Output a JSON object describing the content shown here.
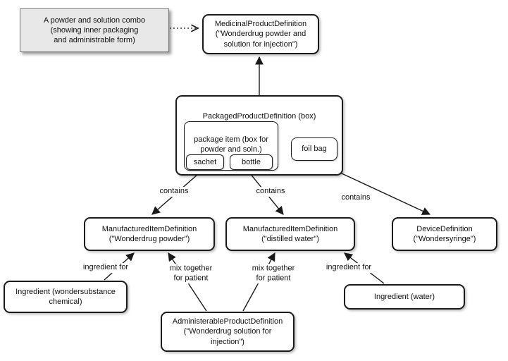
{
  "note": {
    "text": "A powder and solution combo\n(showing inner packaging\nand administrable form)"
  },
  "nodes": {
    "medicinal_product_definition": "MedicinalProductDefinition\n(\"Wonderdrug powder and\nsolution for injection\")",
    "packaged_product_definition": "PackagedProductDefinition (box)",
    "package_item": "package item (box for\npowder and soln.)",
    "sachet": "sachet",
    "bottle": "bottle",
    "foil_bag": "foil bag",
    "manufactured_item_powder": "ManufacturedItemDefinition\n(\"Wonderdrug powder\")",
    "manufactured_item_water": "ManufacturedItemDefinition\n(\"distilled water\")",
    "device_definition": "DeviceDefinition\n(\"Wondersyringe\")",
    "ingredient_chemical": "Ingredient (wondersubstance\nchemical)",
    "ingredient_water": "Ingredient (water)",
    "administrable_product_definition": "AdministerableProductDefinition\n(\"Wonderdrug solution for\ninjection\")"
  },
  "edges": {
    "contains_powder": "contains",
    "contains_water": "contains",
    "contains_syringe": "contains",
    "ingredient_for_powder": "ingredient for",
    "ingredient_for_water": "ingredient for",
    "mix_together_powder": "mix together\nfor patient",
    "mix_together_water": "mix together\nfor patient"
  },
  "colors": {
    "background": "#ffffff",
    "node_border": "#1a1a1a",
    "note_fill": "#e8e8e8"
  }
}
